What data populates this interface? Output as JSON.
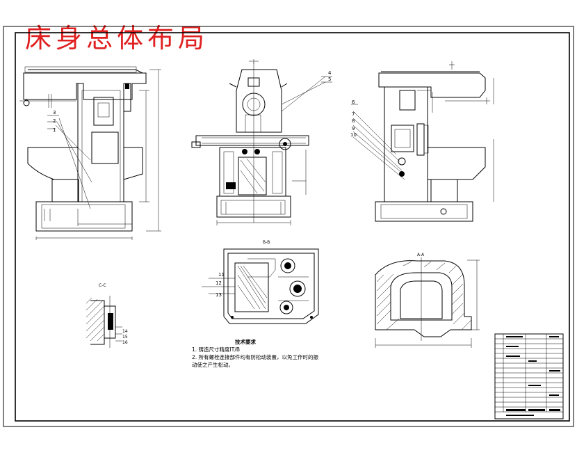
{
  "title": "床身总体布局",
  "section_labels": {
    "bb": "B-B",
    "cc": "C-C",
    "aa": "A-A"
  },
  "part_numbers_top": [
    "4",
    "5"
  ],
  "part_numbers_left": [
    "3",
    "2",
    "1"
  ],
  "part_numbers_right": [
    "6",
    "7",
    "8",
    "9",
    "10"
  ],
  "part_numbers_plan": [
    "11",
    "12",
    "13"
  ],
  "part_numbers_cc": [
    "14",
    "15",
    "16"
  ],
  "tech_requirements": {
    "title": "技术要求",
    "item1": "1.  铸造尺寸精度IT/B",
    "item2": "2.  所有螺栓连接部件均有防松动装置，以免工作时的振",
    "item3": "动使之产生松动。"
  }
}
